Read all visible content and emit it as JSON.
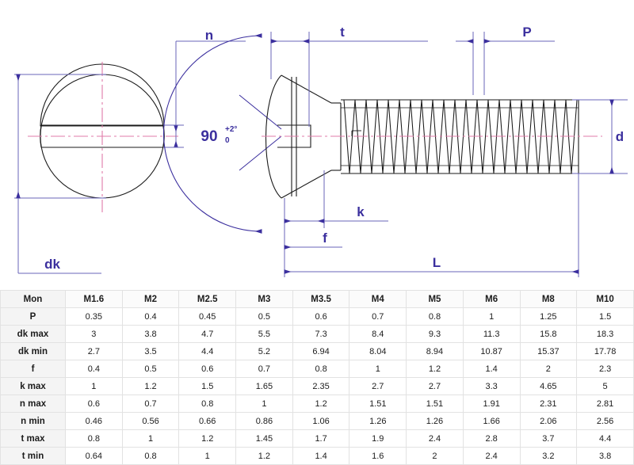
{
  "drawing": {
    "title_alt": "Slotted raised countersunk head screw technical drawing",
    "labels": {
      "dk": "dk",
      "n": "n",
      "t": "t",
      "P": "P",
      "d": "d",
      "k": "k",
      "f": "f",
      "L": "L"
    },
    "angle": {
      "value": "90",
      "sup": "+2°",
      "sub": "0"
    },
    "colors": {
      "dimension": "#3b2f9e",
      "dimension_line": "#6a66b8",
      "outline": "#1a1a1a",
      "centerline": "#e07ba8",
      "background": "#ffffff"
    }
  },
  "table": {
    "columns": [
      "Mon",
      "M1.6",
      "M2",
      "M2.5",
      "M3",
      "M3.5",
      "M4",
      "M5",
      "M6",
      "M8",
      "M10"
    ],
    "rows": [
      {
        "label": "P",
        "values": [
          "0.35",
          "0.4",
          "0.45",
          "0.5",
          "0.6",
          "0.7",
          "0.8",
          "1",
          "1.25",
          "1.5"
        ]
      },
      {
        "label": "dk max",
        "values": [
          "3",
          "3.8",
          "4.7",
          "5.5",
          "7.3",
          "8.4",
          "9.3",
          "11.3",
          "15.8",
          "18.3"
        ]
      },
      {
        "label": "dk min",
        "values": [
          "2.7",
          "3.5",
          "4.4",
          "5.2",
          "6.94",
          "8.04",
          "8.94",
          "10.87",
          "15.37",
          "17.78"
        ]
      },
      {
        "label": "f",
        "values": [
          "0.4",
          "0.5",
          "0.6",
          "0.7",
          "0.8",
          "1",
          "1.2",
          "1.4",
          "2",
          "2.3"
        ]
      },
      {
        "label": "k max",
        "values": [
          "1",
          "1.2",
          "1.5",
          "1.65",
          "2.35",
          "2.7",
          "2.7",
          "3.3",
          "4.65",
          "5"
        ]
      },
      {
        "label": "n max",
        "values": [
          "0.6",
          "0.7",
          "0.8",
          "1",
          "1.2",
          "1.51",
          "1.51",
          "1.91",
          "2.31",
          "2.81"
        ]
      },
      {
        "label": "n min",
        "values": [
          "0.46",
          "0.56",
          "0.66",
          "0.86",
          "1.06",
          "1.26",
          "1.26",
          "1.66",
          "2.06",
          "2.56"
        ]
      },
      {
        "label": "t max",
        "values": [
          "0.8",
          "1",
          "1.2",
          "1.45",
          "1.7",
          "1.9",
          "2.4",
          "2.8",
          "3.7",
          "4.4"
        ]
      },
      {
        "label": "t min",
        "values": [
          "0.64",
          "0.8",
          "1",
          "1.2",
          "1.4",
          "1.6",
          "2",
          "2.4",
          "3.2",
          "3.8"
        ]
      }
    ]
  }
}
